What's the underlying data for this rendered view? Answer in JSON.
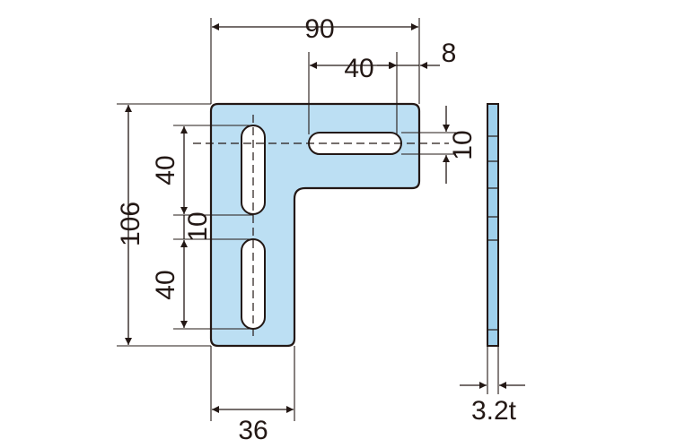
{
  "drawing": {
    "colors": {
      "part_fill": "#bcdff3",
      "edge_fill": "#9fd0ec",
      "line": "#231815"
    },
    "dimensions": {
      "overall_width": "90",
      "slot_length": "40",
      "edge_offset": "8",
      "slot_width": "10",
      "overall_height": "106",
      "upper_slot_length": "40",
      "slot_gap": "10",
      "lower_slot_length": "40",
      "leg_width": "36",
      "thickness": "3.2t"
    }
  }
}
